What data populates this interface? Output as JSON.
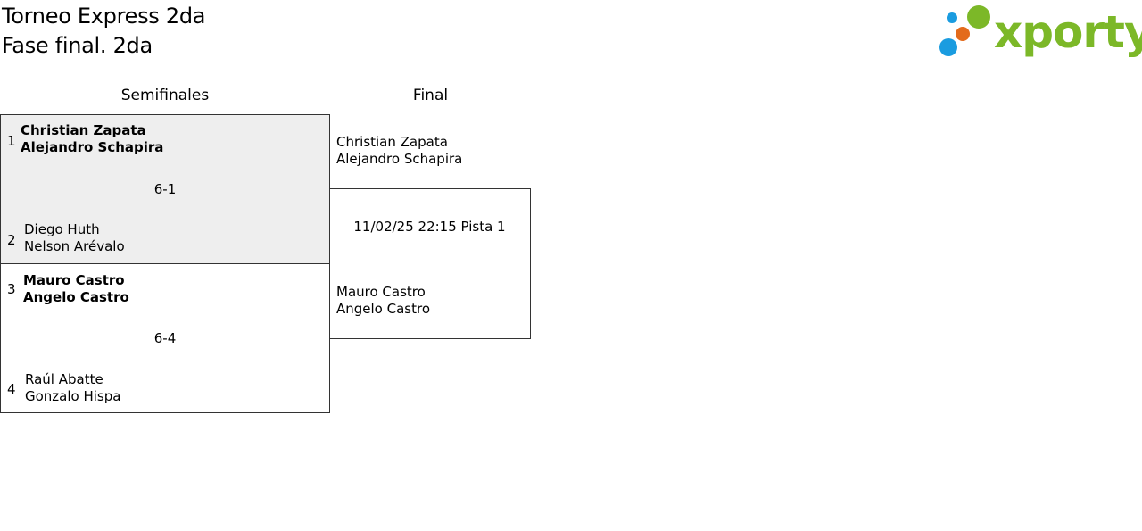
{
  "header": {
    "title": "Torneo Express 2da",
    "subtitle": "Fase final. 2da"
  },
  "logo": {
    "text": "xporty",
    "accent": "#7cb828",
    "dot_colors": [
      "#1a9ce0",
      "#e36b1c",
      "#7cb828"
    ]
  },
  "rounds": {
    "semis_label": "Semifinales",
    "final_label": "Final"
  },
  "semis": [
    {
      "score": "6-1",
      "top": {
        "seed": "1",
        "p1": "Christian Zapata",
        "p2": "Alejandro Schapira"
      },
      "bottom": {
        "seed": "2",
        "p1": "Diego Huth",
        "p2": "Nelson Arévalo"
      }
    },
    {
      "score": "6-4",
      "top": {
        "seed": "3",
        "p1": "Mauro Castro",
        "p2": "Angelo Castro"
      },
      "bottom": {
        "seed": "4",
        "p1": "Raúl Abatte",
        "p2": "Gonzalo Hispa"
      }
    }
  ],
  "final": {
    "info": "11/02/25 22:15 Pista 1",
    "top": {
      "p1": "Christian Zapata",
      "p2": "Alejandro Schapira"
    },
    "bottom": {
      "p1": "Mauro Castro",
      "p2": "Angelo Castro"
    }
  }
}
